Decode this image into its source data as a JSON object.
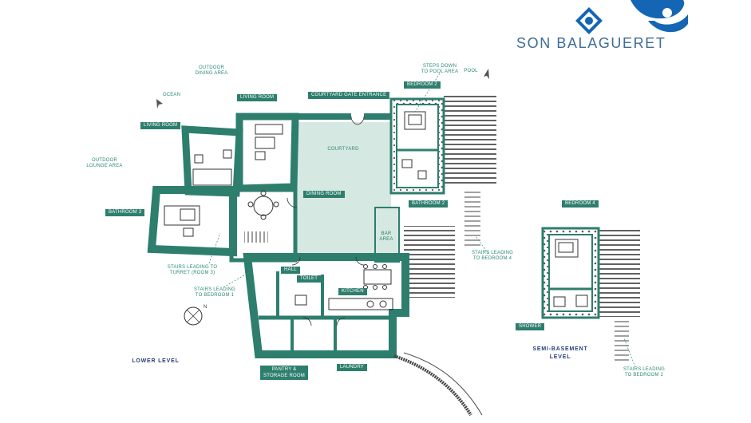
{
  "brand": {
    "name": "SON BALAGUERET"
  },
  "colors": {
    "wall": "#2e7e6e",
    "courtyard": "#d6e8e2",
    "label": "#2e8a78",
    "level_text": "#24407a",
    "logo_blue": "#1466b4"
  },
  "levels": {
    "lower": "LOWER LEVEL",
    "semi_basement": "SEMI-BASEMENT\nLEVEL"
  },
  "room_tags": {
    "living_room_left": "LIVING ROOM",
    "living_room_top": "LIVING ROOM",
    "courtyard_gate": "COURTYARD GATE ENTRANCE",
    "bedroom_2": "BEDROOM 2",
    "bathroom_3": "BATHROOM 3",
    "dining_room": "DINING ROOM",
    "bathroom_2": "BATHROOM 2",
    "hall": "HALL",
    "toilet": "TOILET",
    "kitchen": "KITCHEN",
    "pantry": "PANTRY &\nSTORAGE ROOM",
    "laundry": "LAUNDRY",
    "bedroom_4": "BEDROOM 4",
    "shower": "SHOWER",
    "bar_area": "BAR\nAREA"
  },
  "labels": {
    "outdoor_dining": "OUTDOOR\nDINING AREA",
    "ocean": "OCEAN",
    "outdoor_lounge": "OUTDOOR\nLOUNGE AREA",
    "courtyard": "COURTYARD",
    "steps_down": "STEPS DOWN\nTO POOL AREA",
    "pool": "POOL",
    "stairs_turret": "STAIRS LEADING TO\nTURRET (ROOM 3)",
    "stairs_bedroom1": "STAIRS LEADING\nTO BEDROOM 1",
    "stairs_bedroom4": "STAIRS LEADING\nTO BEDROOM 4",
    "stairs_bedroom2": "STAIRS LEADING\nTO BEDROOM 2",
    "compass_n": "N"
  },
  "icons": [
    "logo-tile-icon",
    "logo-wave-icon",
    "north-arrow-icon",
    "ocean-arrow-icon",
    "pool-arrow-icon",
    "compass-icon"
  ]
}
